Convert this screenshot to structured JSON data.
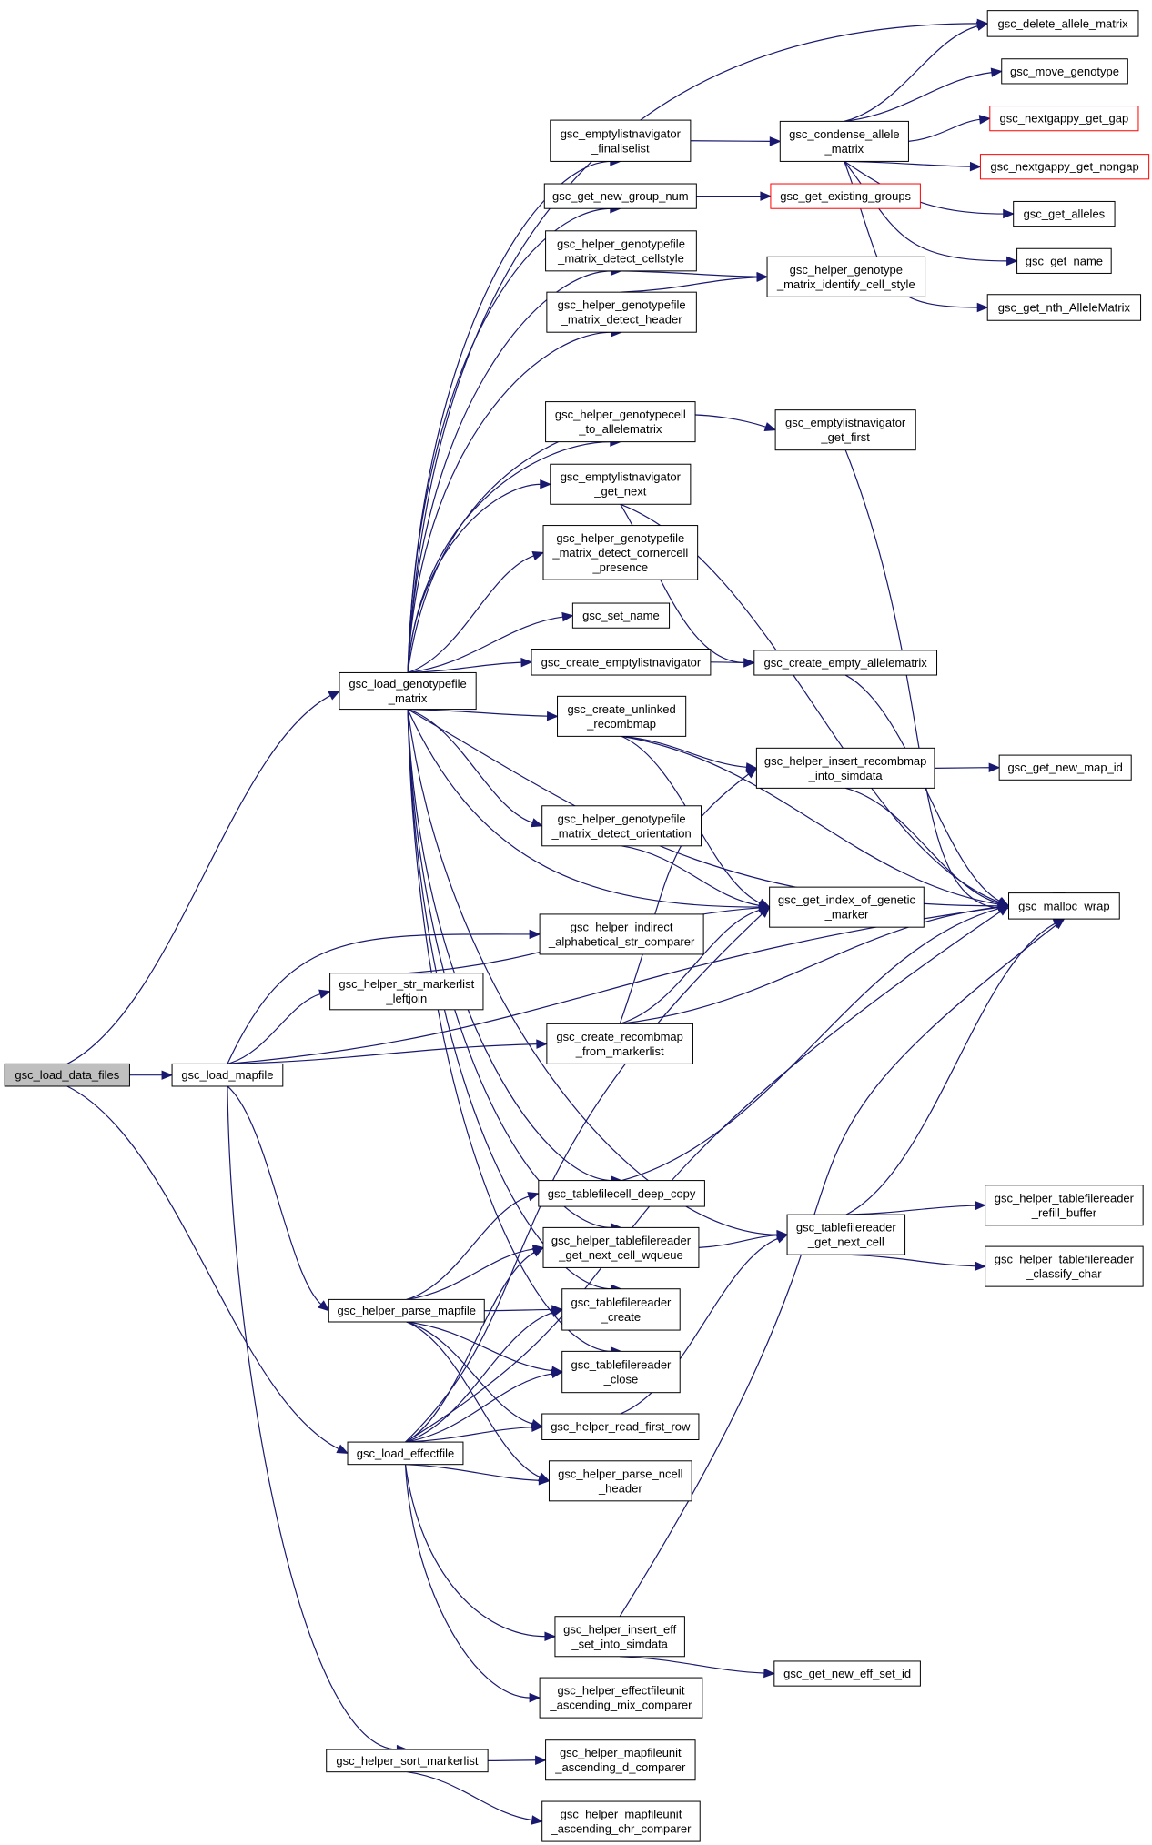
{
  "graph": {
    "nodes": [
      {
        "id": "load_data_files",
        "lines": [
          "gsc_load_data_files"
        ],
        "style": "focus"
      },
      {
        "id": "load_genotypefile_matrix",
        "lines": [
          "gsc_load_genotypefile",
          "_matrix"
        ]
      },
      {
        "id": "load_mapfile",
        "lines": [
          "gsc_load_mapfile"
        ]
      },
      {
        "id": "load_effectfile",
        "lines": [
          "gsc_load_effectfile"
        ]
      },
      {
        "id": "helper_parse_mapfile",
        "lines": [
          "gsc_helper_parse_mapfile"
        ]
      },
      {
        "id": "helper_str_markerlist_leftjoin",
        "lines": [
          "gsc_helper_str_markerlist",
          "_leftjoin"
        ]
      },
      {
        "id": "helper_sort_markerlist",
        "lines": [
          "gsc_helper_sort_markerlist"
        ]
      },
      {
        "id": "emptylistnavigator_finaliselist",
        "lines": [
          "gsc_emptylistnavigator",
          "_finaliselist"
        ]
      },
      {
        "id": "get_new_group_num",
        "lines": [
          "gsc_get_new_group_num"
        ]
      },
      {
        "id": "helper_genotypefile_matrix_detect_cellstyle",
        "lines": [
          "gsc_helper_genotypefile",
          "_matrix_detect_cellstyle"
        ]
      },
      {
        "id": "helper_genotypefile_matrix_detect_header",
        "lines": [
          "gsc_helper_genotypefile",
          "_matrix_detect_header"
        ]
      },
      {
        "id": "helper_genotypecell_to_allelematrix",
        "lines": [
          "gsc_helper_genotypecell",
          "_to_allelematrix"
        ]
      },
      {
        "id": "emptylistnavigator_get_next",
        "lines": [
          "gsc_emptylistnavigator",
          "_get_next"
        ]
      },
      {
        "id": "helper_genotypefile_matrix_detect_cornercell_presence",
        "lines": [
          "gsc_helper_genotypefile",
          "_matrix_detect_cornercell",
          "_presence"
        ]
      },
      {
        "id": "set_name",
        "lines": [
          "gsc_set_name"
        ]
      },
      {
        "id": "create_emptylistnavigator",
        "lines": [
          "gsc_create_emptylistnavigator"
        ]
      },
      {
        "id": "create_unlinked_recombmap",
        "lines": [
          "gsc_create_unlinked",
          "_recombmap"
        ]
      },
      {
        "id": "helper_genotypefile_matrix_detect_orientation",
        "lines": [
          "gsc_helper_genotypefile",
          "_matrix_detect_orientation"
        ]
      },
      {
        "id": "helper_indirect_alphabetical_str_comparer",
        "lines": [
          "gsc_helper_indirect",
          "_alphabetical_str_comparer"
        ]
      },
      {
        "id": "create_recombmap_from_markerlist",
        "lines": [
          "gsc_create_recombmap",
          "_from_markerlist"
        ]
      },
      {
        "id": "tablefilecell_deep_copy",
        "lines": [
          "gsc_tablefilecell_deep_copy"
        ]
      },
      {
        "id": "helper_tablefilereader_get_next_cell_wqueue",
        "lines": [
          "gsc_helper_tablefilereader",
          "_get_next_cell_wqueue"
        ]
      },
      {
        "id": "tablefilereader_create",
        "lines": [
          "gsc_tablefilereader",
          "_create"
        ]
      },
      {
        "id": "tablefilereader_close",
        "lines": [
          "gsc_tablefilereader",
          "_close"
        ]
      },
      {
        "id": "helper_read_first_row",
        "lines": [
          "gsc_helper_read_first_row"
        ]
      },
      {
        "id": "helper_parse_ncell_header",
        "lines": [
          "gsc_helper_parse_ncell",
          "_header"
        ]
      },
      {
        "id": "helper_insert_eff_set_into_simdata",
        "lines": [
          "gsc_helper_insert_eff",
          "_set_into_simdata"
        ]
      },
      {
        "id": "helper_effectfileunit_ascending_mix_comparer",
        "lines": [
          "gsc_helper_effectfileunit",
          "_ascending_mix_comparer"
        ]
      },
      {
        "id": "helper_mapfileunit_ascending_d_comparer",
        "lines": [
          "gsc_helper_mapfileunit",
          "_ascending_d_comparer"
        ]
      },
      {
        "id": "helper_mapfileunit_ascending_chr_comparer",
        "lines": [
          "gsc_helper_mapfileunit",
          "_ascending_chr_comparer"
        ]
      },
      {
        "id": "condense_allele_matrix",
        "lines": [
          "gsc_condense_allele",
          "_matrix"
        ]
      },
      {
        "id": "get_existing_groups",
        "lines": [
          "gsc_get_existing_groups"
        ],
        "style": "missing"
      },
      {
        "id": "helper_genotype_matrix_identify_cell_style",
        "lines": [
          "gsc_helper_genotype",
          "_matrix_identify_cell_style"
        ]
      },
      {
        "id": "emptylistnavigator_get_first",
        "lines": [
          "gsc_emptylistnavigator",
          "_get_first"
        ]
      },
      {
        "id": "create_empty_allelematrix",
        "lines": [
          "gsc_create_empty_allelematrix"
        ]
      },
      {
        "id": "helper_insert_recombmap_into_simdata",
        "lines": [
          "gsc_helper_insert_recombmap",
          "_into_simdata"
        ]
      },
      {
        "id": "get_index_of_genetic_marker",
        "lines": [
          "gsc_get_index_of_genetic",
          "_marker"
        ]
      },
      {
        "id": "tablefilereader_get_next_cell",
        "lines": [
          "gsc_tablefilereader",
          "_get_next_cell"
        ]
      },
      {
        "id": "get_new_eff_set_id",
        "lines": [
          "gsc_get_new_eff_set_id"
        ]
      },
      {
        "id": "delete_allele_matrix",
        "lines": [
          "gsc_delete_allele_matrix"
        ]
      },
      {
        "id": "move_genotype",
        "lines": [
          "gsc_move_genotype"
        ]
      },
      {
        "id": "nextgappy_get_gap",
        "lines": [
          "gsc_nextgappy_get_gap"
        ],
        "style": "missing"
      },
      {
        "id": "nextgappy_get_nongap",
        "lines": [
          "gsc_nextgappy_get_nongap"
        ],
        "style": "missing"
      },
      {
        "id": "get_alleles",
        "lines": [
          "gsc_get_alleles"
        ]
      },
      {
        "id": "get_name",
        "lines": [
          "gsc_get_name"
        ]
      },
      {
        "id": "get_nth_AlleleMatrix",
        "lines": [
          "gsc_get_nth_AlleleMatrix"
        ]
      },
      {
        "id": "get_new_map_id",
        "lines": [
          "gsc_get_new_map_id"
        ]
      },
      {
        "id": "malloc_wrap",
        "lines": [
          "gsc_malloc_wrap"
        ]
      },
      {
        "id": "helper_tablefilereader_refill_buffer",
        "lines": [
          "gsc_helper_tablefilereader",
          "_refill_buffer"
        ]
      },
      {
        "id": "helper_tablefilereader_classify_char",
        "lines": [
          "gsc_helper_tablefilereader",
          "_classify_char"
        ]
      }
    ],
    "edges": [
      {
        "from": "load_data_files",
        "to": "load_genotypefile_matrix"
      },
      {
        "from": "load_data_files",
        "to": "load_mapfile"
      },
      {
        "from": "load_data_files",
        "to": "load_effectfile"
      },
      {
        "from": "load_genotypefile_matrix",
        "to": "delete_allele_matrix"
      },
      {
        "from": "load_genotypefile_matrix",
        "to": "emptylistnavigator_finaliselist"
      },
      {
        "from": "load_genotypefile_matrix",
        "to": "get_new_group_num"
      },
      {
        "from": "load_genotypefile_matrix",
        "to": "helper_genotypefile_matrix_detect_cellstyle"
      },
      {
        "from": "load_genotypefile_matrix",
        "to": "helper_genotypefile_matrix_detect_header"
      },
      {
        "from": "load_genotypefile_matrix",
        "to": "emptylistnavigator_get_first"
      },
      {
        "from": "load_genotypefile_matrix",
        "to": "helper_genotypecell_to_allelematrix"
      },
      {
        "from": "load_genotypefile_matrix",
        "to": "emptylistnavigator_get_next"
      },
      {
        "from": "load_genotypefile_matrix",
        "to": "helper_genotypefile_matrix_detect_cornercell_presence"
      },
      {
        "from": "load_genotypefile_matrix",
        "to": "set_name"
      },
      {
        "from": "load_genotypefile_matrix",
        "to": "create_emptylistnavigator"
      },
      {
        "from": "load_genotypefile_matrix",
        "to": "create_unlinked_recombmap"
      },
      {
        "from": "load_genotypefile_matrix",
        "to": "helper_genotypefile_matrix_detect_orientation"
      },
      {
        "from": "load_genotypefile_matrix",
        "to": "get_index_of_genetic_marker"
      },
      {
        "from": "load_genotypefile_matrix",
        "to": "malloc_wrap"
      },
      {
        "from": "load_genotypefile_matrix",
        "to": "tablefilecell_deep_copy"
      },
      {
        "from": "load_genotypefile_matrix",
        "to": "helper_tablefilereader_get_next_cell_wqueue"
      },
      {
        "from": "load_genotypefile_matrix",
        "to": "tablefilereader_create"
      },
      {
        "from": "load_genotypefile_matrix",
        "to": "tablefilereader_close"
      },
      {
        "from": "load_genotypefile_matrix",
        "to": "tablefilereader_get_next_cell"
      },
      {
        "from": "load_mapfile",
        "to": "helper_indirect_alphabetical_str_comparer"
      },
      {
        "from": "load_mapfile",
        "to": "helper_str_markerlist_leftjoin"
      },
      {
        "from": "load_mapfile",
        "to": "create_recombmap_from_markerlist"
      },
      {
        "from": "load_mapfile",
        "to": "malloc_wrap"
      },
      {
        "from": "load_mapfile",
        "to": "helper_parse_mapfile"
      },
      {
        "from": "load_mapfile",
        "to": "helper_sort_markerlist"
      },
      {
        "from": "helper_str_markerlist_leftjoin",
        "to": "get_index_of_genetic_marker"
      },
      {
        "from": "helper_parse_mapfile",
        "to": "tablefilecell_deep_copy"
      },
      {
        "from": "helper_parse_mapfile",
        "to": "helper_tablefilereader_get_next_cell_wqueue"
      },
      {
        "from": "helper_parse_mapfile",
        "to": "tablefilereader_create"
      },
      {
        "from": "helper_parse_mapfile",
        "to": "tablefilereader_close"
      },
      {
        "from": "helper_parse_mapfile",
        "to": "helper_read_first_row"
      },
      {
        "from": "helper_parse_mapfile",
        "to": "helper_parse_ncell_header"
      },
      {
        "from": "load_effectfile",
        "to": "helper_tablefilereader_get_next_cell_wqueue"
      },
      {
        "from": "load_effectfile",
        "to": "tablefilereader_create"
      },
      {
        "from": "load_effectfile",
        "to": "tablefilereader_close"
      },
      {
        "from": "load_effectfile",
        "to": "helper_read_first_row"
      },
      {
        "from": "load_effectfile",
        "to": "helper_parse_ncell_header"
      },
      {
        "from": "load_effectfile",
        "to": "get_index_of_genetic_marker"
      },
      {
        "from": "load_effectfile",
        "to": "malloc_wrap"
      },
      {
        "from": "load_effectfile",
        "to": "helper_insert_eff_set_into_simdata"
      },
      {
        "from": "load_effectfile",
        "to": "helper_effectfileunit_ascending_mix_comparer"
      },
      {
        "from": "helper_sort_markerlist",
        "to": "helper_mapfileunit_ascending_d_comparer"
      },
      {
        "from": "helper_sort_markerlist",
        "to": "helper_mapfileunit_ascending_chr_comparer"
      },
      {
        "from": "emptylistnavigator_finaliselist",
        "to": "condense_allele_matrix"
      },
      {
        "from": "get_new_group_num",
        "to": "get_existing_groups"
      },
      {
        "from": "helper_genotypefile_matrix_detect_cellstyle",
        "to": "helper_genotype_matrix_identify_cell_style"
      },
      {
        "from": "helper_genotypefile_matrix_detect_header",
        "to": "helper_genotype_matrix_identify_cell_style"
      },
      {
        "from": "emptylistnavigator_get_next",
        "to": "create_empty_allelematrix"
      },
      {
        "from": "emptylistnavigator_get_next",
        "to": "malloc_wrap"
      },
      {
        "from": "create_emptylistnavigator",
        "to": "create_empty_allelematrix"
      },
      {
        "from": "create_unlinked_recombmap",
        "to": "helper_insert_recombmap_into_simdata"
      },
      {
        "from": "create_unlinked_recombmap",
        "to": "get_index_of_genetic_marker"
      },
      {
        "from": "create_unlinked_recombmap",
        "to": "malloc_wrap"
      },
      {
        "from": "helper_genotypefile_matrix_detect_orientation",
        "to": "get_index_of_genetic_marker"
      },
      {
        "from": "create_recombmap_from_markerlist",
        "to": "helper_insert_recombmap_into_simdata"
      },
      {
        "from": "create_recombmap_from_markerlist",
        "to": "get_index_of_genetic_marker"
      },
      {
        "from": "create_recombmap_from_markerlist",
        "to": "malloc_wrap"
      },
      {
        "from": "tablefilecell_deep_copy",
        "to": "malloc_wrap"
      },
      {
        "from": "helper_tablefilereader_get_next_cell_wqueue",
        "to": "tablefilereader_get_next_cell"
      },
      {
        "from": "helper_read_first_row",
        "to": "tablefilereader_get_next_cell"
      },
      {
        "from": "helper_insert_eff_set_into_simdata",
        "to": "get_new_eff_set_id"
      },
      {
        "from": "helper_insert_eff_set_into_simdata",
        "to": "malloc_wrap"
      },
      {
        "from": "condense_allele_matrix",
        "to": "delete_allele_matrix"
      },
      {
        "from": "condense_allele_matrix",
        "to": "move_genotype"
      },
      {
        "from": "condense_allele_matrix",
        "to": "nextgappy_get_gap"
      },
      {
        "from": "condense_allele_matrix",
        "to": "nextgappy_get_nongap"
      },
      {
        "from": "condense_allele_matrix",
        "to": "get_alleles"
      },
      {
        "from": "condense_allele_matrix",
        "to": "get_name"
      },
      {
        "from": "condense_allele_matrix",
        "to": "get_nth_AlleleMatrix"
      },
      {
        "from": "emptylistnavigator_get_first",
        "to": "malloc_wrap"
      },
      {
        "from": "create_empty_allelematrix",
        "to": "malloc_wrap"
      },
      {
        "from": "helper_insert_recombmap_into_simdata",
        "to": "get_new_map_id"
      },
      {
        "from": "helper_insert_recombmap_into_simdata",
        "to": "malloc_wrap"
      },
      {
        "from": "tablefilereader_get_next_cell",
        "to": "malloc_wrap"
      },
      {
        "from": "tablefilereader_get_next_cell",
        "to": "helper_tablefilereader_refill_buffer"
      },
      {
        "from": "tablefilereader_get_next_cell",
        "to": "helper_tablefilereader_classify_char"
      }
    ]
  },
  "colors": {
    "edge": "#191970",
    "node_border": "#000000",
    "node_fill": "#ffffff",
    "focus_fill": "#bfbfbf",
    "missing_border": "#ff0000"
  }
}
